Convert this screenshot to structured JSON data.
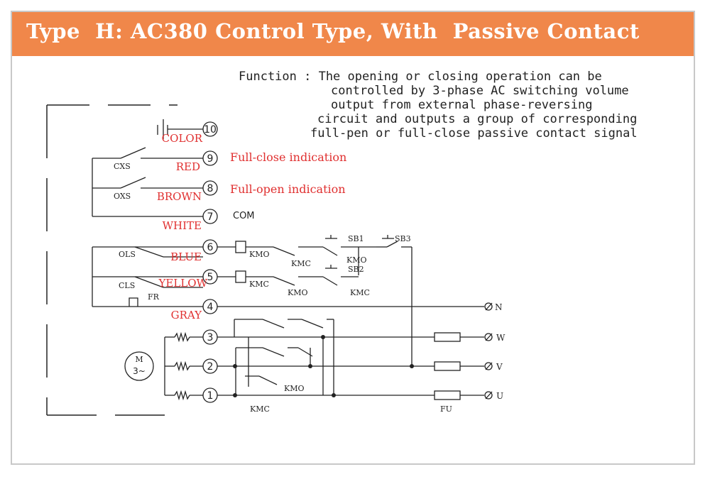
{
  "header": {
    "title": "Type  H: AC380 Control Type, With  Passive Contact"
  },
  "function_text": [
    "Function : The opening or closing operation can be",
    "controlled by 3-phase AC switching volume",
    "output from external phase-reversing",
    "circuit and outputs a group of corresponding",
    "full-pen or full-close passive contact signal"
  ],
  "terminals": [
    {
      "number": "10",
      "wire": "COLOR"
    },
    {
      "number": "9",
      "wire": "RED"
    },
    {
      "number": "8",
      "wire": "BROWN"
    },
    {
      "number": "7",
      "wire": "WHITE"
    },
    {
      "number": "6",
      "wire": "BLUE"
    },
    {
      "number": "5",
      "wire": "YELLOW"
    },
    {
      "number": "4",
      "wire": "GRAY"
    },
    {
      "number": "3",
      "wire": ""
    },
    {
      "number": "2",
      "wire": ""
    },
    {
      "number": "1",
      "wire": ""
    }
  ],
  "indications": {
    "full_close": "Full-close indication",
    "full_open": "Full-open indication",
    "com": "COM"
  },
  "labels": {
    "cxs": "CXS",
    "oxs": "OXS",
    "ols": "OLS",
    "cls": "CLS",
    "fr": "FR",
    "kmo": "KMO",
    "kmc": "KMC",
    "sb1": "SB1",
    "sb2": "SB2",
    "sb3": "SB3",
    "fu": "FU",
    "motor_m": "M",
    "motor_phase": "3~"
  },
  "supply": {
    "n": "N",
    "w": "W",
    "v": "V",
    "u": "U"
  },
  "colors": {
    "header_bg": "#f0874a",
    "header_text": "#ffffff",
    "wire_label": "#e03030",
    "line": "#222222",
    "frame": "#c8c8c8"
  }
}
